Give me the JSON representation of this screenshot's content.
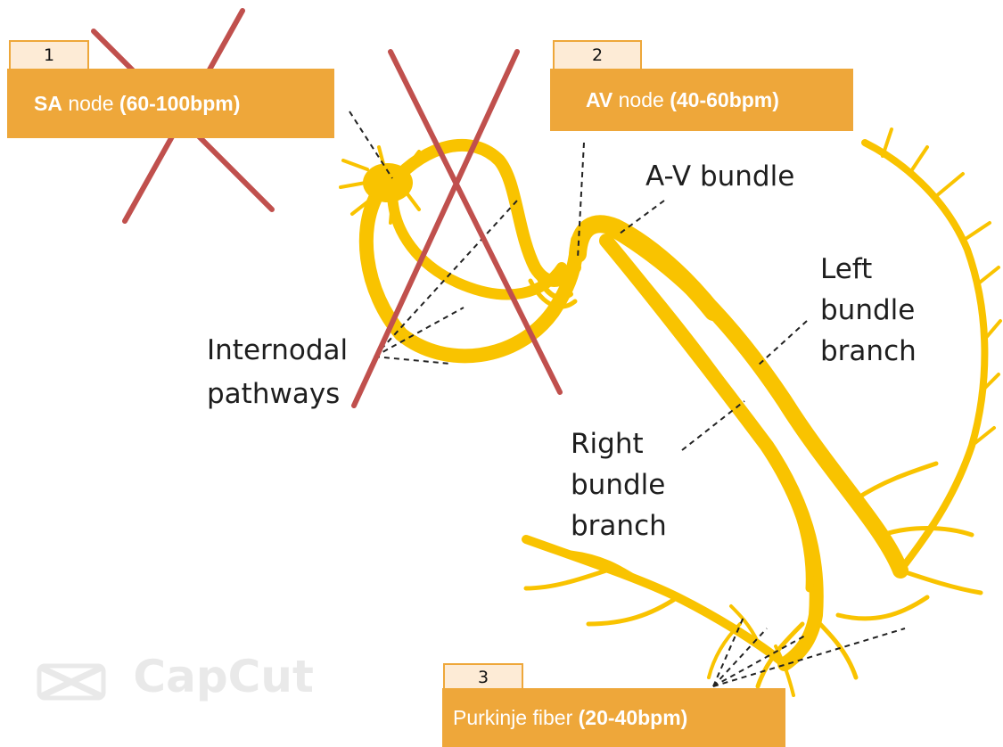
{
  "boxes": [
    {
      "number": "1",
      "name": "SA",
      "word": "node",
      "rate": "(60-100bpm)"
    },
    {
      "number": "2",
      "name": "AV",
      "word": "node",
      "rate": "(40-60bpm)"
    },
    {
      "number": "3",
      "name": "Purkinje fiber",
      "word": "",
      "rate": "(20-40bpm)"
    }
  ],
  "labels": {
    "av_bundle": "A-V bundle",
    "left_bundle_1": "Left",
    "left_bundle_2": "bundle",
    "left_bundle_3": "branch",
    "internodal_1": "Internodal",
    "internodal_2": "pathways",
    "right_bundle_1": "Right",
    "right_bundle_2": "bundle",
    "right_bundle_3": "branch"
  },
  "watermark": {
    "text": "CapCut",
    "icon": "capcut-logo-icon"
  },
  "colors": {
    "conduction": "#f9c300",
    "banner": "#eea73a",
    "tab": "#fdebd6",
    "cross": "#c0504d"
  }
}
